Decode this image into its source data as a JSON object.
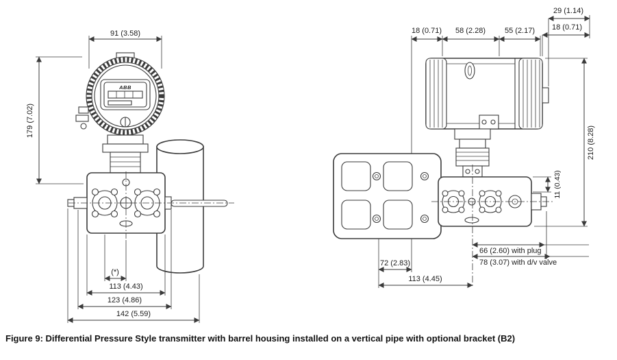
{
  "figure": {
    "caption": "Figure 9: Differential Pressure Style transmitter with barrel housing installed on a vertical pipe with optional bracket (B2)"
  },
  "brand": "ABB",
  "front_view": {
    "dim_width_top": "91 (3.58)",
    "dim_height_left": "179 (7.02)",
    "dim_star": "(*)",
    "dim_bottom_inner": "113 (4.43)",
    "dim_bottom_mid": "123 (4.86)",
    "dim_bottom_outer": "142 (5.59)"
  },
  "side_view": {
    "dim_top_left": "18 (0.71)",
    "dim_top_mid": "58 (2.28)",
    "dim_top_right": "55 (2.17)",
    "dim_cover_depth": "29 (1.14)",
    "dim_cover_plug": "18 (0.71)",
    "dim_height_right": "210 (8.28)",
    "dim_port_offset": "11 (0.43)",
    "note_plug": "66 (2.60) with plug",
    "note_valve": "78 (3.07) with d/v valve",
    "dim_bracket_holes": "72 (2.83)",
    "dim_bracket_center": "113 (4.45)"
  },
  "colors": {
    "line": "#3a3a3a",
    "text": "#1a1a1a",
    "background": "#ffffff"
  }
}
